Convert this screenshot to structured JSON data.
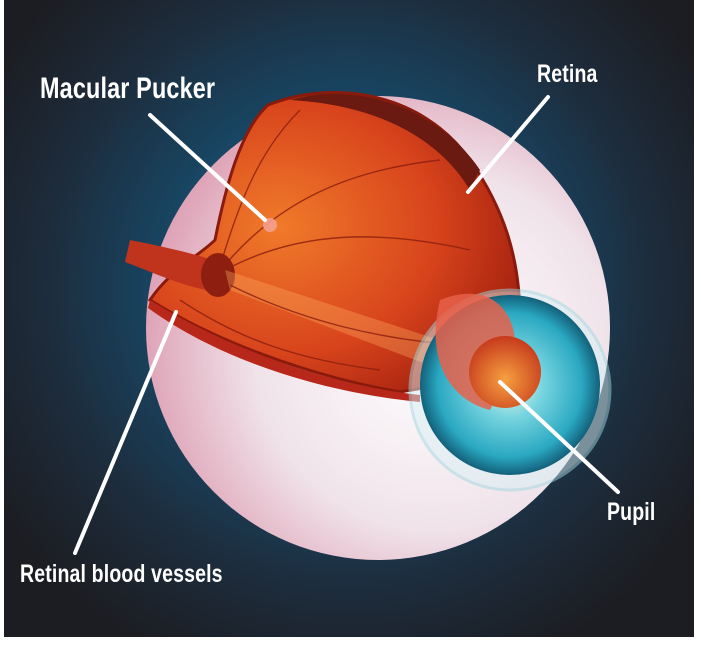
{
  "labels": {
    "macular_pucker": "Macular Pucker",
    "retina": "Retina",
    "pupil": "Pupil",
    "retinal_blood_vessels": "Retinal blood vessels"
  },
  "colors": {
    "background": "#17587e",
    "sclera": "#f2dde6",
    "retina_interior": "#e0461c",
    "iris": "#2bb5c9",
    "pupil": "#e06a28"
  }
}
